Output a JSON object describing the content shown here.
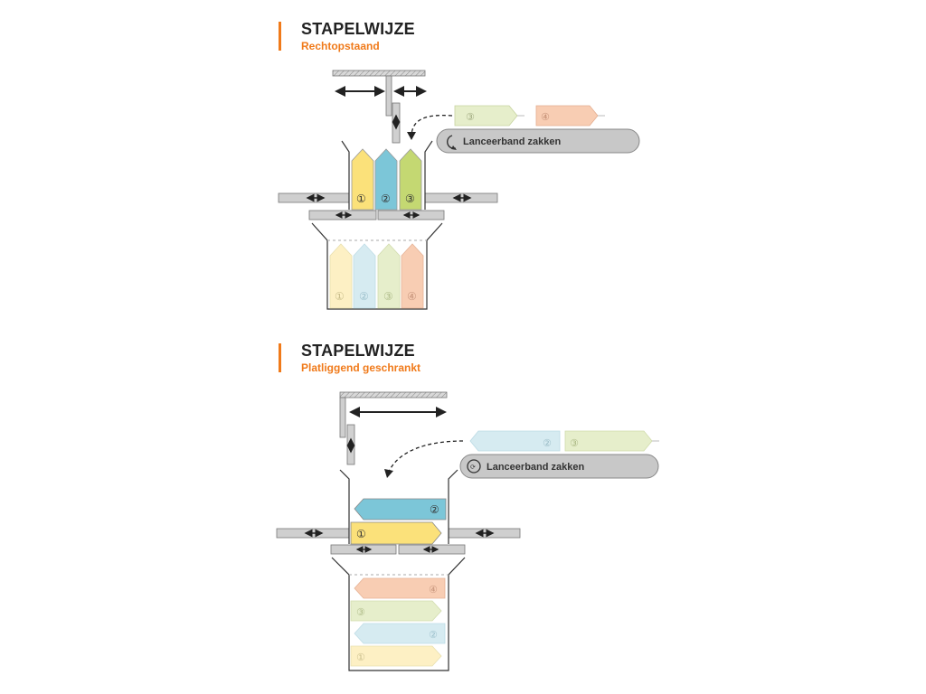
{
  "sections": [
    {
      "title": "STAPELWIJZE",
      "subtitle": "Rechtopstaand"
    },
    {
      "title": "STAPELWIJZE",
      "subtitle": "Platliggend geschrankt"
    }
  ],
  "belt_label": "Lanceerband zakken",
  "numbers": [
    "①",
    "②",
    "③",
    "④"
  ],
  "colors": {
    "accent": "#f07a1a",
    "yellow": "#fbe17a",
    "blue": "#7cc6d8",
    "green": "#c4d872",
    "yellow_light": "#fdf0c4",
    "blue_light": "#d6ebf1",
    "green_light": "#e6eecb",
    "peach_light": "#f8cdb3",
    "belt_gray": "#c8c8c8"
  }
}
